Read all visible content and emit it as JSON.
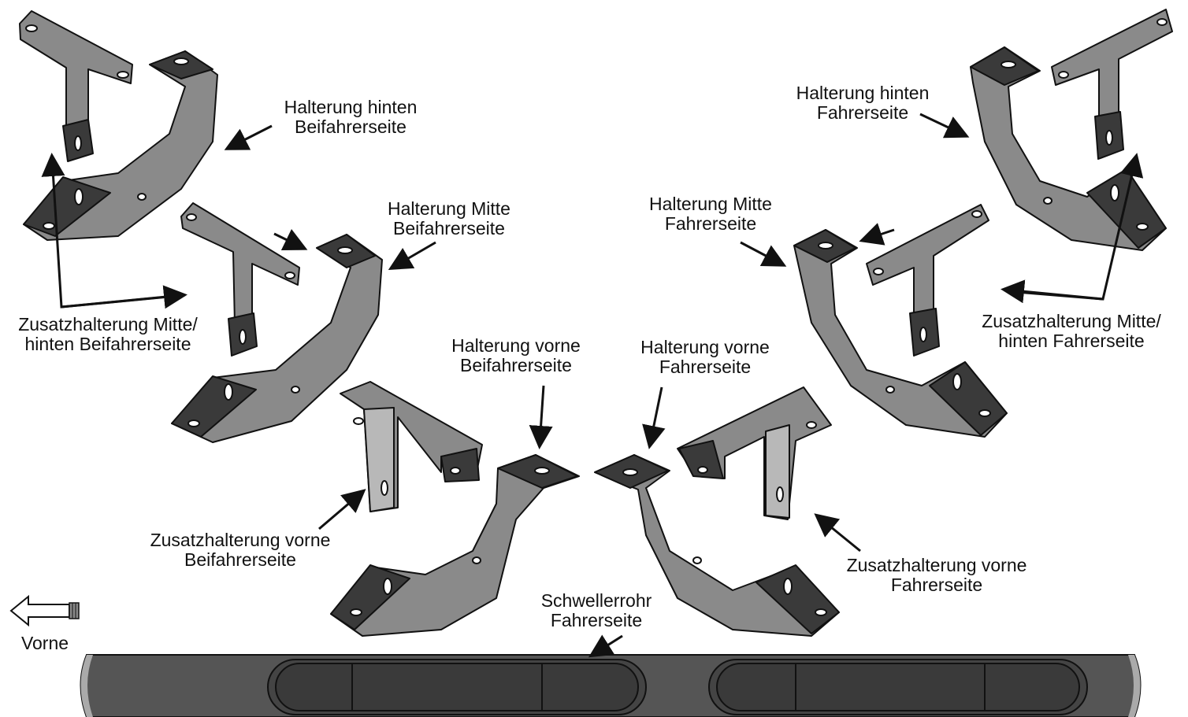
{
  "labels": {
    "rear_passenger": [
      "Halterung hinten",
      "Beifahrerseite"
    ],
    "rear_driver": [
      "Halterung hinten",
      "Fahrerseite"
    ],
    "mid_passenger": [
      "Halterung Mitte",
      "Beifahrerseite"
    ],
    "mid_driver": [
      "Halterung Mitte",
      "Fahrerseite"
    ],
    "aux_midrear_passenger": [
      "Zusatzhalterung Mitte/",
      "hinten Beifahrerseite"
    ],
    "aux_midrear_driver": [
      "Zusatzhalterung Mitte/",
      "hinten Fahrerseite"
    ],
    "front_passenger": [
      "Halterung vorne",
      "Beifahrerseite"
    ],
    "front_driver": [
      "Halterung vorne",
      "Fahrerseite"
    ],
    "aux_front_passenger": [
      "Zusatzhalterung vorne",
      "Beifahrerseite"
    ],
    "aux_front_driver": [
      "Zusatzhalterung vorne",
      "Fahrerseite"
    ],
    "tube": [
      "Schwellerrohr",
      "Fahrerseite"
    ],
    "direction": "Vorne"
  },
  "colors": {
    "metal": "#8a8a8a",
    "metal_dark": "#3a3a3a",
    "metal_light": "#b8b8b8",
    "outline": "#111111"
  }
}
